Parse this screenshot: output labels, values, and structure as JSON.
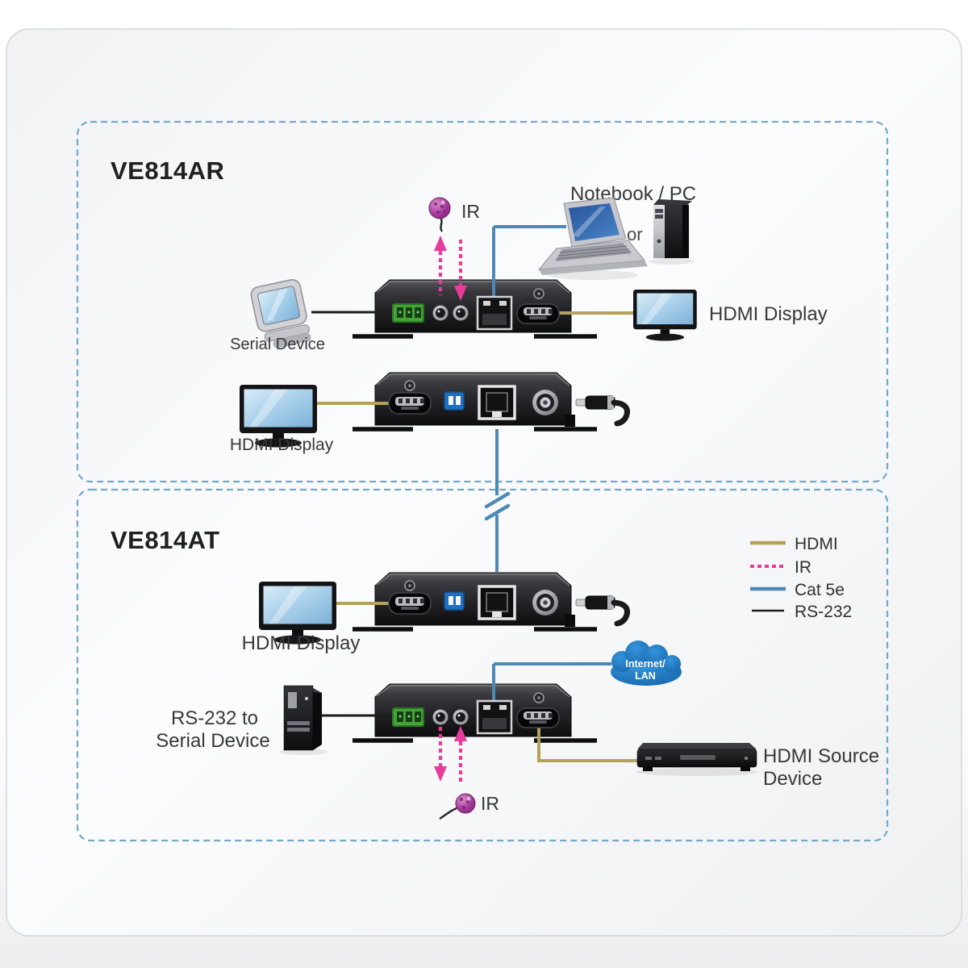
{
  "colors": {
    "hdmi_line": "#b5a25a",
    "ir_line": "#e73c9c",
    "cat5e_line": "#4e88b5",
    "rs232_line": "#1c1c1c",
    "box_border": "#74a9c7",
    "cloud_fill": "#1d7ece"
  },
  "receiver_section": {
    "title": "VE814AR",
    "ir_label": "IR",
    "notebook_pc_label": "Notebook / PC",
    "or_label": "or",
    "hdmi_display_right_label": "HDMI Display",
    "serial_device_label": "Serial Device",
    "hdmi_display_left_label": "HDMI Display"
  },
  "transmitter_section": {
    "title": "VE814AT",
    "hdmi_display_label": "HDMI Display",
    "rs232_serial_label_line1": "RS-232 to",
    "rs232_serial_label_line2": "Serial Device",
    "ir_label": "IR",
    "hdmi_source_label_line1": "HDMI Source",
    "hdmi_source_label_line2": "Device",
    "cloud_label_line1": "Internet/",
    "cloud_label_line2": "LAN"
  },
  "legend": {
    "items": [
      {
        "label": "HDMI",
        "color": "#b5a25a",
        "style": "solid"
      },
      {
        "label": "IR",
        "color": "#e73c9c",
        "style": "dashed"
      },
      {
        "label": "Cat 5e",
        "color": "#4e88b5",
        "style": "solid"
      },
      {
        "label": "RS-232",
        "color": "#1c1c1c",
        "style": "solid"
      }
    ]
  }
}
